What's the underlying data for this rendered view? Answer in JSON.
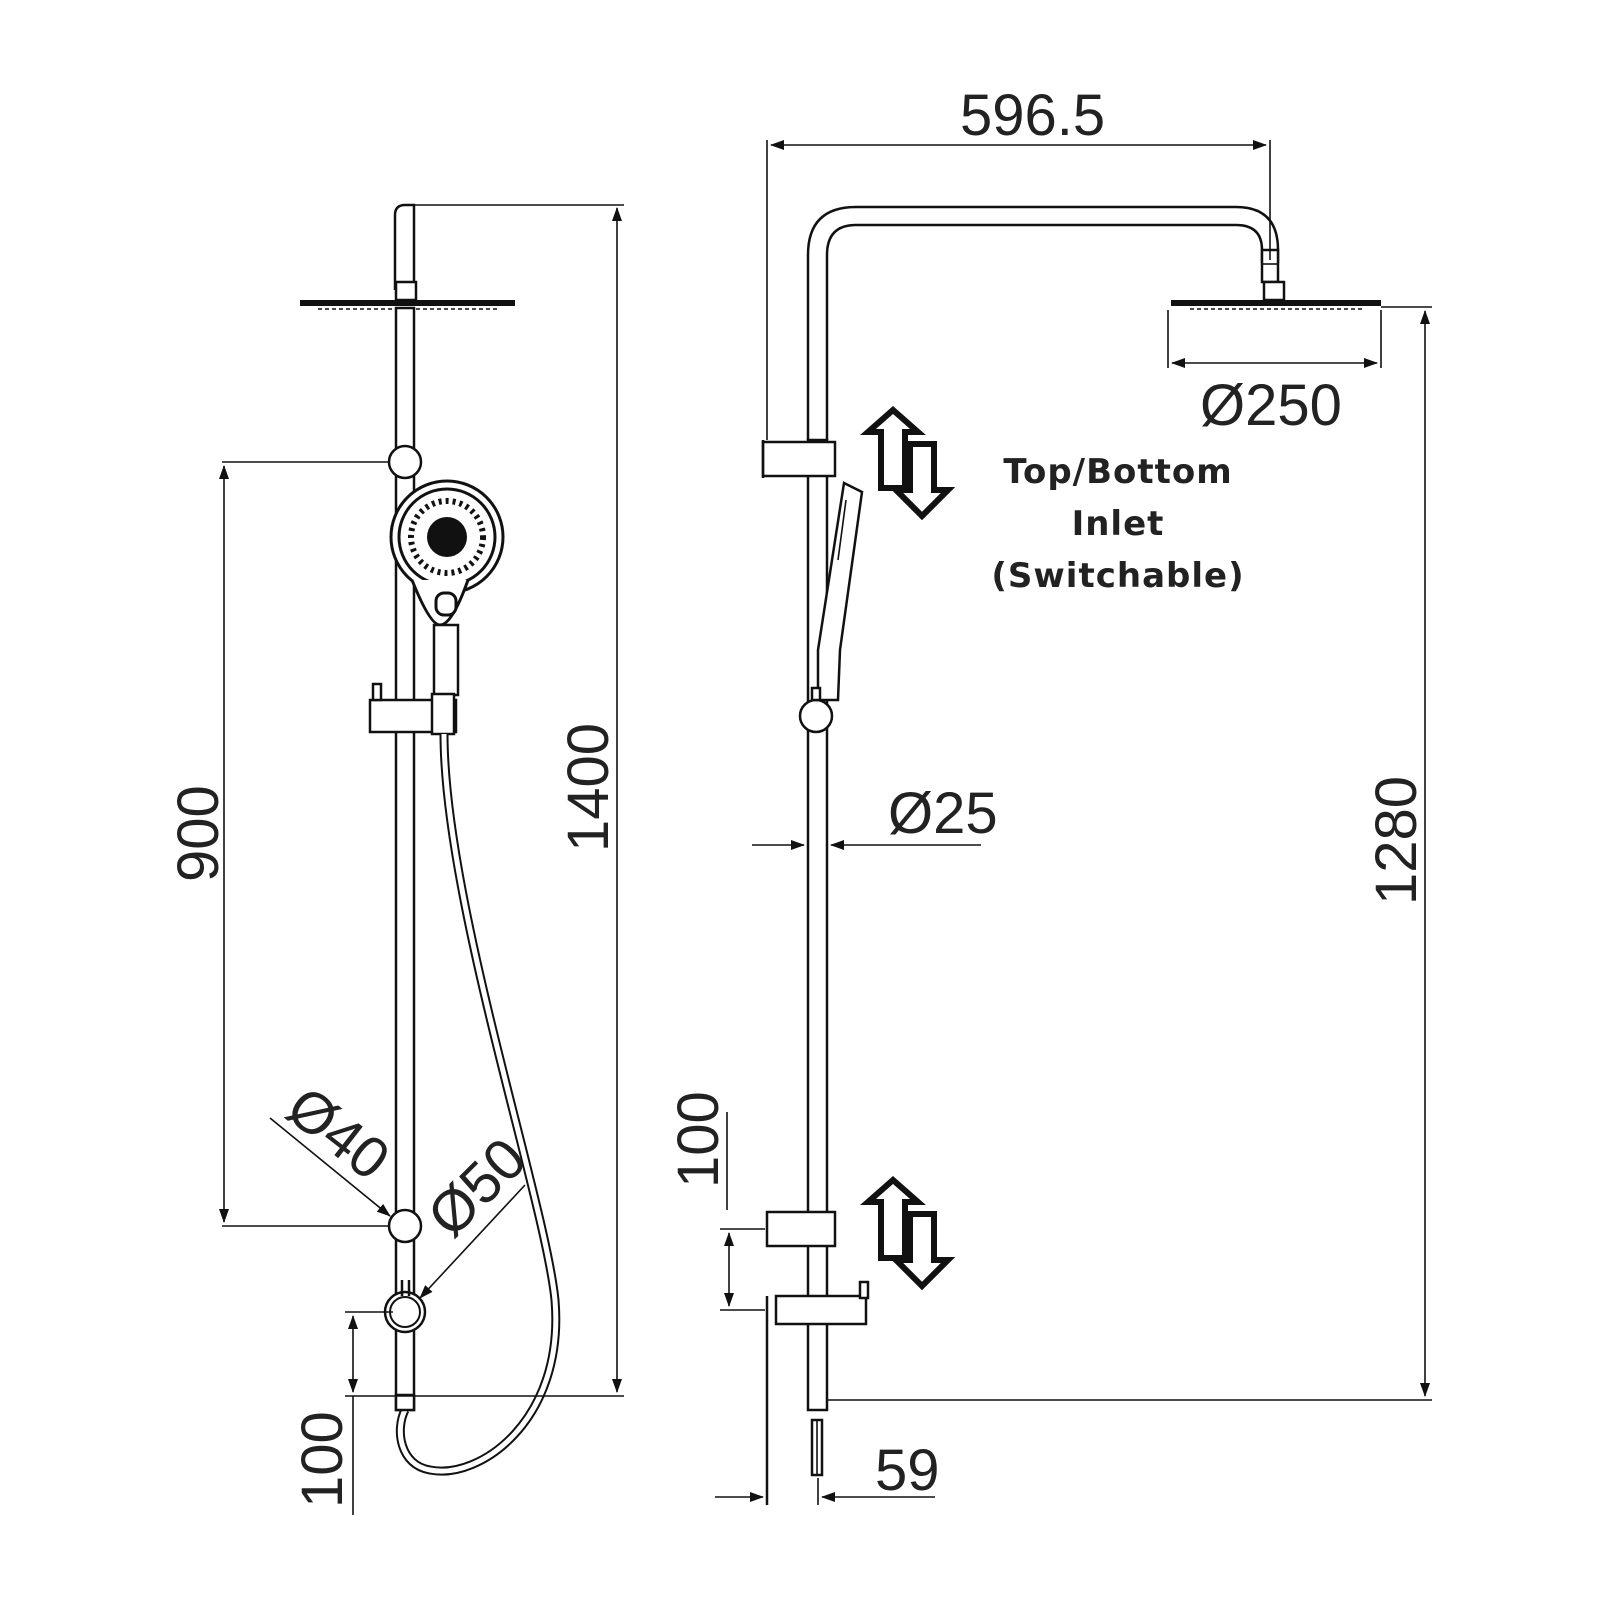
{
  "dimensions": {
    "front_total_height": "1400",
    "front_holder_spacing": "900",
    "front_bracket_diameter": "Ø40",
    "front_outlet_diameter": "Ø50",
    "front_bottom_offset": "100",
    "side_arm_length": "596.5",
    "side_head_diameter": "Ø250",
    "side_rail_diameter": "Ø25",
    "side_head_height": "1280",
    "side_bracket_spacing": "100",
    "side_wall_offset": "59"
  },
  "labels": {
    "inlet_line1": "Top/Bottom",
    "inlet_line2": "Inlet",
    "inlet_line3": "(Switchable)"
  },
  "icons": {
    "top_inlet": "swap-arrows-icon",
    "bottom_inlet": "swap-arrows-icon"
  }
}
